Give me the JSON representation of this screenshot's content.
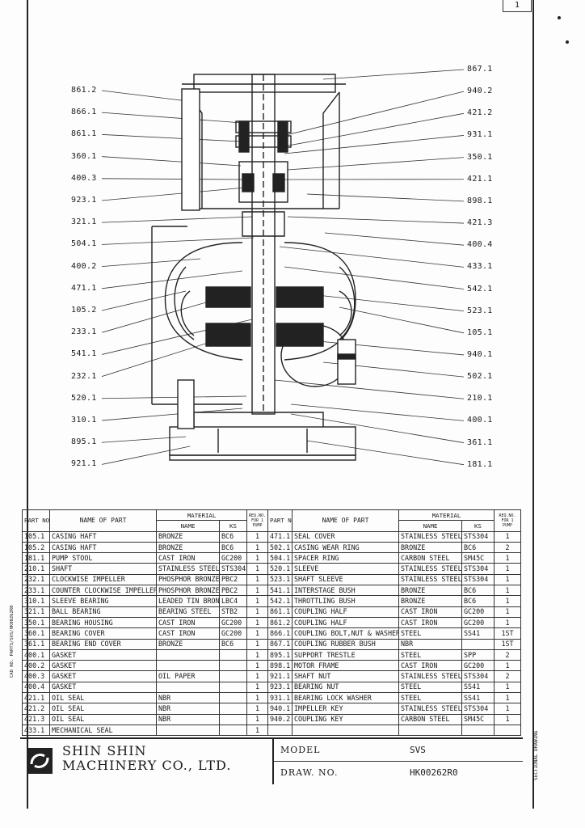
{
  "page_number": "1",
  "labels_left": [
    "861.2",
    "866.1",
    "861.1",
    "360.1",
    "400.3",
    "923.1",
    "321.1",
    "504.1",
    "400.2",
    "471.1",
    "105.2",
    "233.1",
    "541.1",
    "232.1",
    "520.1",
    "310.1",
    "895.1",
    "921.1"
  ],
  "labels_right": [
    "867.1",
    "940.2",
    "421.2",
    "931.1",
    "350.1",
    "421.1",
    "898.1",
    "421.3",
    "400.4",
    "433.1",
    "542.1",
    "523.1",
    "105.1",
    "940.1",
    "502.1",
    "210.1",
    "400.1",
    "361.1",
    "181.1"
  ],
  "table_headers": {
    "name_of_part": "NAME OF PART",
    "material": "MATERIAL",
    "name": "NAME",
    "ks": "KS",
    "req_no": "REQ.NO. FOR 1 PUMP",
    "part_no": "PART NO."
  },
  "parts_left": [
    {
      "no": "105.1",
      "name": "CASING HAFT",
      "material": "BRONZE",
      "ks": "BC6",
      "qty": "1"
    },
    {
      "no": "105.2",
      "name": "CASING HAFT",
      "material": "BRONZE",
      "ks": "BC6",
      "qty": "1"
    },
    {
      "no": "181.1",
      "name": "PUMP STOOL",
      "material": "CAST IRON",
      "ks": "GC200",
      "qty": "1"
    },
    {
      "no": "210.1",
      "name": "SHAFT",
      "material": "STAINLESS STEEL",
      "ks": "STS304",
      "qty": "1"
    },
    {
      "no": "232.1",
      "name": "CLOCKWISE IMPELLER",
      "material": "PHOSPHOR BRONZE",
      "ks": "PBC2",
      "qty": "1"
    },
    {
      "no": "233.1",
      "name": "COUNTER CLOCKWISE IMPELLER",
      "material": "PHOSPHOR BRONZE",
      "ks": "PBC2",
      "qty": "1"
    },
    {
      "no": "310.1",
      "name": "SLEEVE BEARING",
      "material": "LEADED TIN BRONZE",
      "ks": "LBC4",
      "qty": "1"
    },
    {
      "no": "321.1",
      "name": "BALL BEARING",
      "material": "BEARING STEEL",
      "ks": "STB2",
      "qty": "1"
    },
    {
      "no": "350.1",
      "name": "BEARING HOUSING",
      "material": "CAST IRON",
      "ks": "GC200",
      "qty": "1"
    },
    {
      "no": "360.1",
      "name": "BEARING COVER",
      "material": "CAST IRON",
      "ks": "GC200",
      "qty": "1"
    },
    {
      "no": "361.1",
      "name": "BEARING END COVER",
      "material": "BRONZE",
      "ks": "BC6",
      "qty": "1"
    },
    {
      "no": "400.1",
      "name": "GASKET",
      "material": "",
      "ks": "",
      "qty": "1"
    },
    {
      "no": "400.2",
      "name": "GASKET",
      "material": "",
      "ks": "",
      "qty": "1"
    },
    {
      "no": "400.3",
      "name": "GASKET",
      "material": "OIL PAPER",
      "ks": "",
      "qty": "1"
    },
    {
      "no": "400.4",
      "name": "GASKET",
      "material": "",
      "ks": "",
      "qty": "1"
    },
    {
      "no": "421.1",
      "name": "OIL SEAL",
      "material": "NBR",
      "ks": "",
      "qty": "1"
    },
    {
      "no": "421.2",
      "name": "OIL SEAL",
      "material": "NBR",
      "ks": "",
      "qty": "1"
    },
    {
      "no": "421.3",
      "name": "OIL SEAL",
      "material": "NBR",
      "ks": "",
      "qty": "1"
    },
    {
      "no": "433.1",
      "name": "MECHANICAL SEAL",
      "material": "",
      "ks": "",
      "qty": "1"
    }
  ],
  "parts_right": [
    {
      "no": "471.1",
      "name": "SEAL COVER",
      "material": "STAINLESS STEEL",
      "ks": "STS304",
      "qty": "1"
    },
    {
      "no": "502.1",
      "name": "CASING WEAR RING",
      "material": "BRONZE",
      "ks": "BC6",
      "qty": "2"
    },
    {
      "no": "504.1",
      "name": "SPACER RING",
      "material": "CARBON STEEL",
      "ks": "SM45C",
      "qty": "1"
    },
    {
      "no": "520.1",
      "name": "SLEEVE",
      "material": "STAINLESS STEEL",
      "ks": "STS304",
      "qty": "1"
    },
    {
      "no": "523.1",
      "name": "SHAFT SLEEVE",
      "material": "STAINLESS STEEL",
      "ks": "STS304",
      "qty": "1"
    },
    {
      "no": "541.1",
      "name": "INTERSTAGE BUSH",
      "material": "BRONZE",
      "ks": "BC6",
      "qty": "1"
    },
    {
      "no": "542.1",
      "name": "THROTTLING BUSH",
      "material": "BRONZE",
      "ks": "BC6",
      "qty": "1"
    },
    {
      "no": "861.1",
      "name": "COUPLING HALF",
      "material": "CAST IRON",
      "ks": "GC200",
      "qty": "1"
    },
    {
      "no": "861.2",
      "name": "COUPLING HALF",
      "material": "CAST IRON",
      "ks": "GC200",
      "qty": "1"
    },
    {
      "no": "866.1",
      "name": "COUPLING BOLT,NUT & WASHER",
      "material": "STEEL",
      "ks": "SS41",
      "qty": "1ST"
    },
    {
      "no": "867.1",
      "name": "COUPLING RUBBER BUSH",
      "material": "NBR",
      "ks": "",
      "qty": "1ST"
    },
    {
      "no": "895.1",
      "name": "SUPPORT TRESTLE",
      "material": "STEEL",
      "ks": "SPP",
      "qty": "2"
    },
    {
      "no": "898.1",
      "name": "MOTOR FRAME",
      "material": "CAST IRON",
      "ks": "GC200",
      "qty": "1"
    },
    {
      "no": "921.1",
      "name": "SHAFT NUT",
      "material": "STAINLESS STEEL",
      "ks": "STS304",
      "qty": "2"
    },
    {
      "no": "923.1",
      "name": "BEARING NUT",
      "material": "STEEL",
      "ks": "SS41",
      "qty": "1"
    },
    {
      "no": "931.1",
      "name": "BEARING LOCK WASHER",
      "material": "STEEL",
      "ks": "SS41",
      "qty": "1"
    },
    {
      "no": "940.1",
      "name": "IMPELLER KEY",
      "material": "STAINLESS STEEL",
      "ks": "STS304",
      "qty": "1"
    },
    {
      "no": "940.2",
      "name": "COUPLING KEY",
      "material": "CARBON STEEL",
      "ks": "SM45C",
      "qty": "1"
    },
    {
      "no": "",
      "name": "",
      "material": "",
      "ks": "",
      "qty": ""
    }
  ],
  "title_block": {
    "company_line1": "SHIN SHIN",
    "company_line2": "MACHINERY CO.,  LTD.",
    "model_label": "MODEL",
    "model_value": "SVS",
    "draw_label": "DRAW. NO.",
    "draw_value": "HK00262R0"
  },
  "side_left_text": "CAD NO. PARTS/SVS/HK00262R0",
  "side_right_text": "SECTIONAL DRAWING"
}
